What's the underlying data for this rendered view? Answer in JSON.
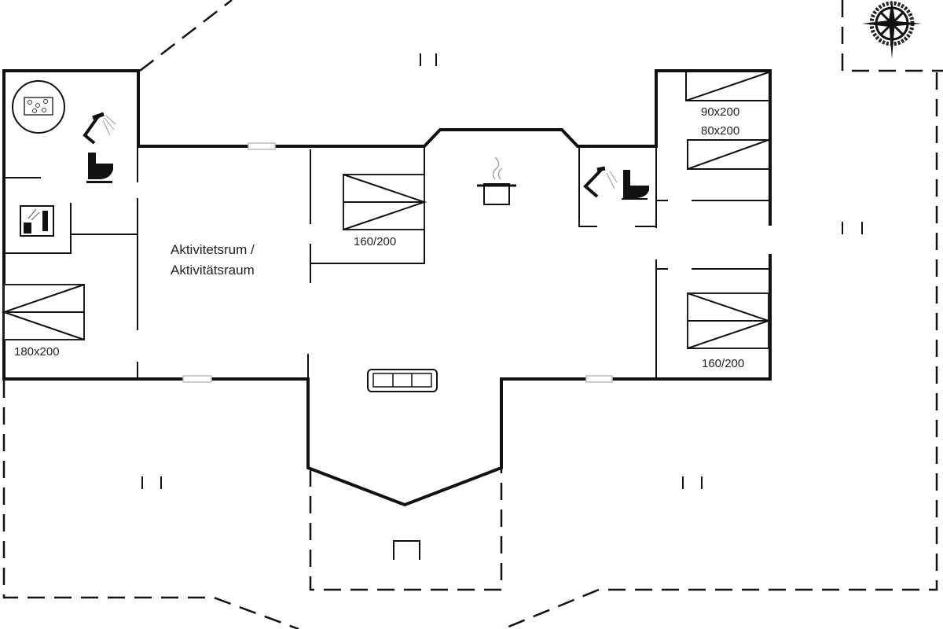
{
  "room_label": {
    "line1": "Aktivitetsrum /",
    "line2": "Aktivitätsraum"
  },
  "beds": {
    "left": "180x200",
    "center": "160/200",
    "right_top_1": "90x200",
    "right_top_2": "80x200",
    "right_bottom": "160/200"
  },
  "markers": {
    "terrace": "I I"
  }
}
